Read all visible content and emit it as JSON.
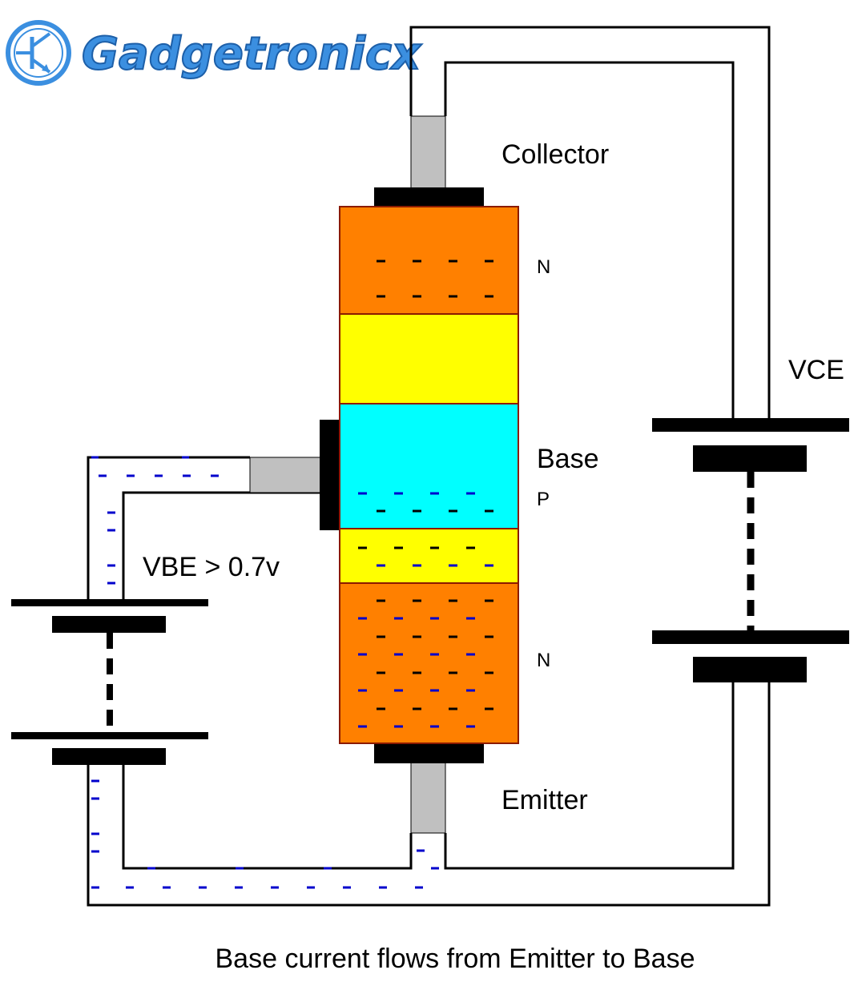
{
  "logo": {
    "name": "Gadgetronicx"
  },
  "labels": {
    "collector": "Collector",
    "emitter": "Emitter",
    "base": "Base",
    "vce": "VCE",
    "vbe": "VBE > 0.7v",
    "n_top": "N",
    "p_mid": "P",
    "n_bottom": "N"
  },
  "caption": "Base current flows from Emitter to Base",
  "colors": {
    "n_region": "#ff8000",
    "p_region": "#00ffff",
    "depletion": "#ffff00",
    "terminal": "#c0c0c0",
    "contact": "#000000",
    "electron_flow": "#0000cc",
    "majority_carrier": "#000000",
    "wire": "#000000",
    "logo": "#3b8fe0"
  },
  "icons": [
    "transistor-logo-icon",
    "battery-vbe-icon",
    "battery-vce-icon"
  ]
}
